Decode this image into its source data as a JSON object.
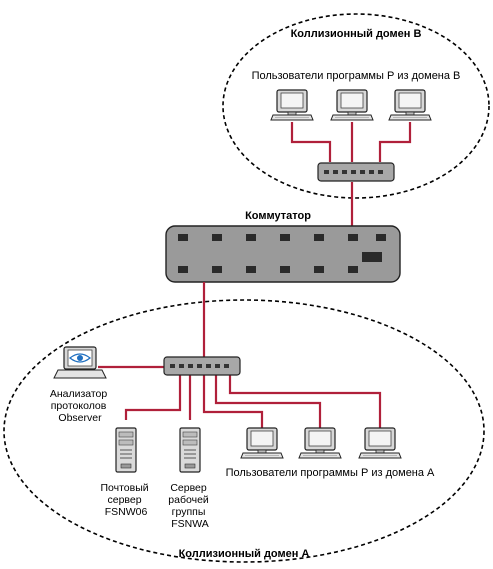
{
  "domain_b": {
    "title": "Коллизионный домен В",
    "users_label": "Пользователи программы Р из домена В"
  },
  "switch": {
    "title": "Коммутатор"
  },
  "domain_a": {
    "title": "Коллизионный домен А",
    "users_label": "Пользователи программы Р из домена А",
    "analyzer": [
      "Анализатор",
      "протоколов",
      "Observer"
    ],
    "mail_server": [
      "Почтовый",
      "сервер",
      "FSNW06"
    ],
    "workgroup_server": [
      "Сервер",
      "рабочей",
      "группы",
      "FSNWA"
    ]
  },
  "colors": {
    "wire": "#b0203a",
    "switch_body": "#9a9a9a",
    "hub_body": "#a8a8a8",
    "analyzer_accent": "#1f6fc0"
  }
}
